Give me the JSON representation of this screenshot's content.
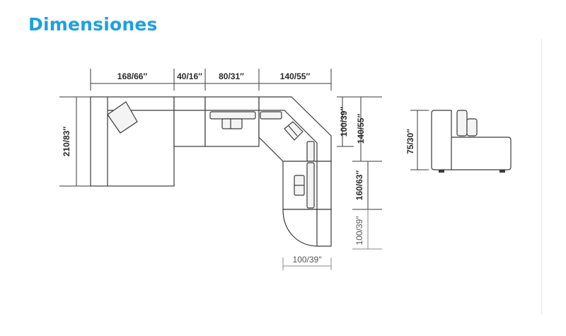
{
  "header": {
    "title": "Dimensiones"
  },
  "dimensions": {
    "top": [
      "168/66″",
      "40/16″",
      "80/31″",
      "140/55″"
    ],
    "left_depth": "210/83″",
    "right_arm_depth": "100/39″",
    "right_upper_depth": "140/55″",
    "right_middle": "160/63″",
    "right_lower": "100/39″",
    "bottom_width": "100/39″",
    "side_height": "75/30″"
  },
  "colors": {
    "title": "#1ba1e2",
    "lines": "#3a3a3a"
  }
}
